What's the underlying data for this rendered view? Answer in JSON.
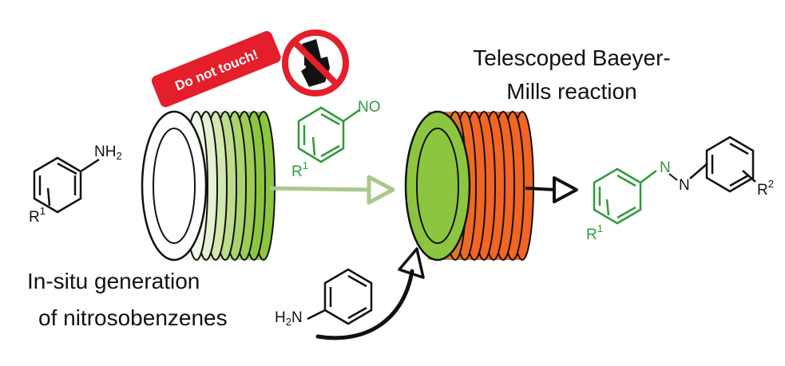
{
  "title": {
    "line1": "Telescoped Baeyer-",
    "line2": "Mills reaction"
  },
  "caption": {
    "line1": "In-situ generation",
    "line2": "of nitrosobenzenes"
  },
  "warning_badge": {
    "text": "Do not touch!",
    "color": "#e41e2a"
  },
  "aniline_label": {
    "nh2": "NH",
    "nh2_sub": "2",
    "r": "R",
    "r_sup": "1"
  },
  "nitroso_label": {
    "no": "NO",
    "r": "R",
    "r_sup": "1"
  },
  "aniline2_label": {
    "h2n": "H",
    "h2n_sub": "2",
    "h2n_n": "N"
  },
  "azo_label": {
    "n1": "N",
    "n2": "N",
    "r1": "R",
    "r1_sup": "1",
    "r2": "R",
    "r2_sup": "2"
  },
  "colors": {
    "reactor_green": "#8cc63f",
    "reactor_orange": "#f26522",
    "structure_green": "#2e9a3a",
    "arrow_green": "#a8c98a",
    "ink": "#111111"
  },
  "icons": [
    "no-touch-icon",
    "flow-arrow-icon"
  ]
}
